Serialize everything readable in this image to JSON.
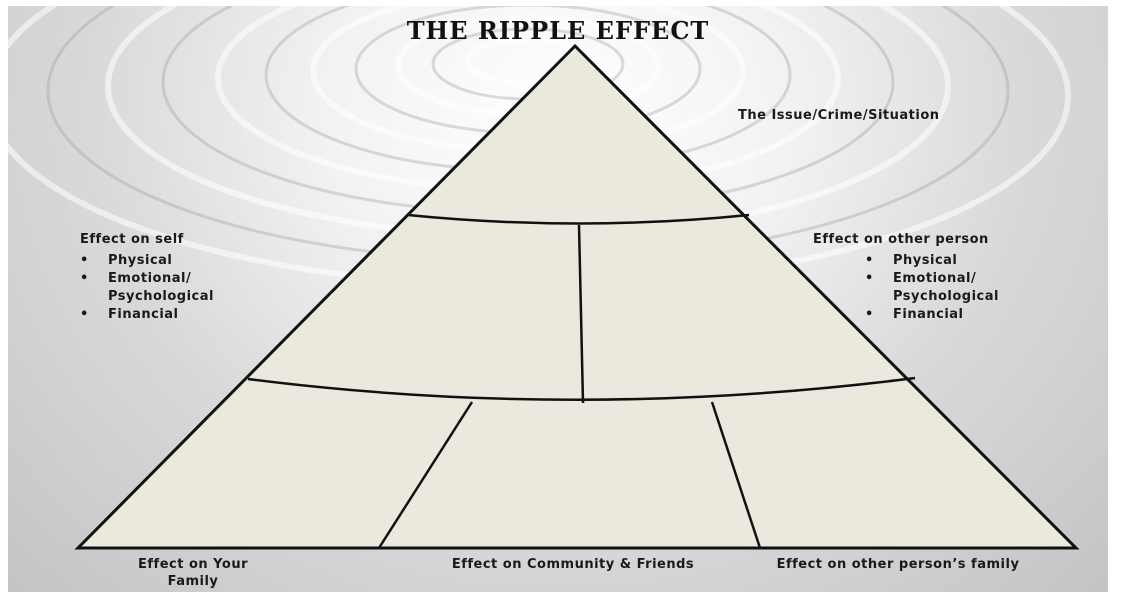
{
  "title": "THE RIPPLE EFFECT",
  "apex_label": "The Issue/Crime/Situation",
  "left_block": {
    "heading": "Effect on self",
    "items": [
      "Physical",
      "Emotional/ Psychological",
      "Financial"
    ]
  },
  "right_block": {
    "heading": "Effect on other person",
    "items": [
      "Physical",
      "Emotional/ Psychological",
      "Financial"
    ]
  },
  "bottom_labels": {
    "family": "Effect on Your Family",
    "community": "Effect on Community & Friends",
    "other_family": "Effect on other person’s family"
  },
  "colors": {
    "triangle_fill": "#ebe8de",
    "line": "#111111"
  }
}
